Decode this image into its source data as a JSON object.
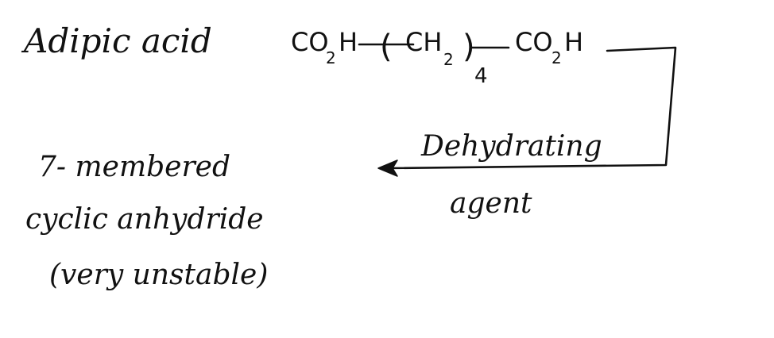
{
  "note": {
    "title": "Adipic acid",
    "formula": {
      "left_group": "CO",
      "left_sub": "2",
      "left_h": "H",
      "chain_open": "(",
      "chain_unit": "CH",
      "chain_sub": "2",
      "chain_close": ")",
      "chain_count": "4",
      "right_group": "CO",
      "right_sub": "2",
      "right_h": "H"
    },
    "reagent": {
      "line1": "Dehydrating",
      "line2": "agent"
    },
    "product": {
      "line1": "7- membered",
      "line2": "cyclic anhydride",
      "line3": "(very unstable)"
    },
    "ink_color": "#111111",
    "background_color": "#ffffff"
  }
}
